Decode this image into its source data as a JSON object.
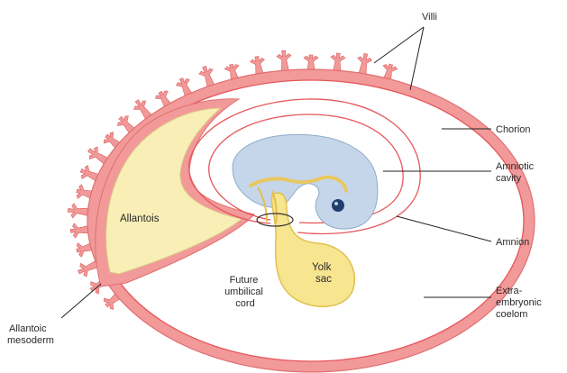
{
  "colors": {
    "chorion": "#f2999a",
    "chorion_stroke": "#e0706f",
    "membrane": "#e5575a",
    "allantois": "#f8eeb6",
    "yolk": "#f7e58f",
    "yolk_stroke": "#e2bf4e",
    "embryo": "#c5d6ea",
    "embryo_stroke": "#8fabc9",
    "background": "#ffffff"
  },
  "labels": {
    "villi": "Villi",
    "chorion": "Chorion",
    "amniotic_cavity": [
      "Amniotic",
      "cavity"
    ],
    "amnion": "Amnion",
    "extra_embryonic_coelom": [
      "Extra-",
      "embryonic",
      "coelom"
    ],
    "allantois": "Allantois",
    "yolk_sac": [
      "Yolk",
      "sac"
    ],
    "future_umbilical_cord": [
      "Future",
      "umbilical",
      "cord"
    ],
    "allantoic_mesoderm": [
      "Allantoic",
      "mesoderm"
    ]
  }
}
